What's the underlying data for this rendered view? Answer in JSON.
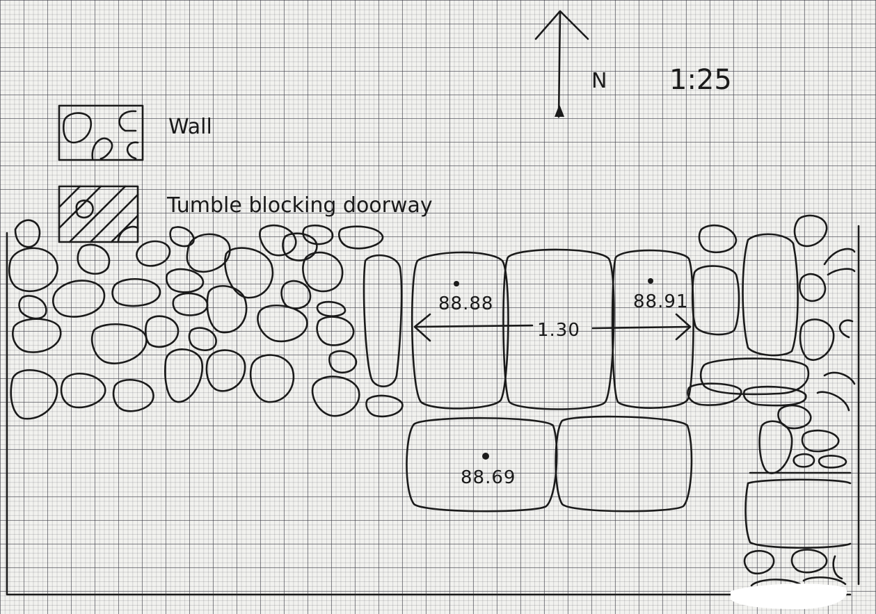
{
  "north": {
    "letter": "N"
  },
  "scale": {
    "text": "1:25"
  },
  "legend": [
    {
      "key": "wall",
      "label": "Wall"
    },
    {
      "key": "tumble",
      "label": "Tumble blocking doorway"
    }
  ],
  "levels": [
    {
      "key": "nw",
      "value": "88.88"
    },
    {
      "key": "ne",
      "value": "88.91"
    },
    {
      "key": "s",
      "value": "88.69"
    }
  ],
  "dimension": {
    "text": "1.30"
  },
  "colors": {
    "ink": "#1a1a1a",
    "paper": "#f2f2ef",
    "grid": "#3c3c46"
  }
}
